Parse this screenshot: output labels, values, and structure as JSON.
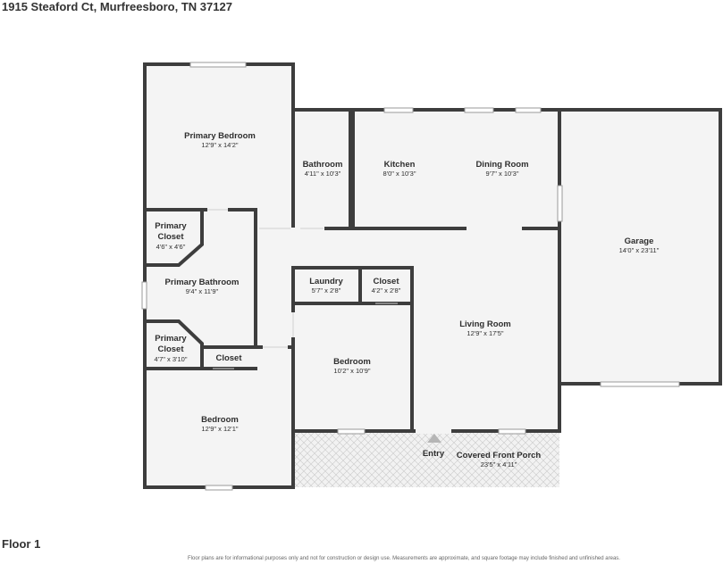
{
  "address": "1915 Steaford Ct, Murfreesboro, TN 37127",
  "floor_label": "Floor 1",
  "disclaimer": "Floor plans are for informational purposes only and not for construction or design use. Measurements are approximate, and square footage may include finished and unfinished areas.",
  "rooms": {
    "primary_bedroom": {
      "name": "Primary Bedroom",
      "dims": "12'9\" x 14'2\""
    },
    "bathroom": {
      "name": "Bathroom",
      "dims": "4'11\" x 10'3\""
    },
    "kitchen": {
      "name": "Kitchen",
      "dims": "8'0\" x 10'3\""
    },
    "dining_room": {
      "name": "Dining Room",
      "dims": "9'7\" x 10'3\""
    },
    "garage": {
      "name": "Garage",
      "dims": "14'0\" x 23'11\""
    },
    "primary_closet_1": {
      "name_line1": "Primary",
      "name_line2": "Closet",
      "dims": "4'6\" x 4'6\""
    },
    "primary_bathroom": {
      "name": "Primary Bathroom",
      "dims": "9'4\" x 11'9\""
    },
    "primary_closet_2": {
      "name_line1": "Primary",
      "name_line2": "Closet",
      "dims": "4'7\" x 3'10\""
    },
    "closet_small": {
      "name": "Closet"
    },
    "laundry": {
      "name": "Laundry",
      "dims": "5'7\" x 2'8\""
    },
    "closet": {
      "name": "Closet",
      "dims": "4'2\" x 2'8\""
    },
    "living_room": {
      "name": "Living Room",
      "dims": "12'9\" x 17'5\""
    },
    "bedroom_2": {
      "name": "Bedroom",
      "dims": "10'2\" x 10'9\""
    },
    "bedroom_1": {
      "name": "Bedroom",
      "dims": "12'9\" x 12'1\""
    },
    "porch": {
      "name": "Covered Front Porch",
      "dims": "23'5\" x 4'11\""
    }
  },
  "entry_label": "Entry",
  "colors": {
    "wall": "#3d3d3d",
    "floor": "#f4f4f4",
    "porch": "#ececec",
    "window": "#cfcfcf"
  }
}
